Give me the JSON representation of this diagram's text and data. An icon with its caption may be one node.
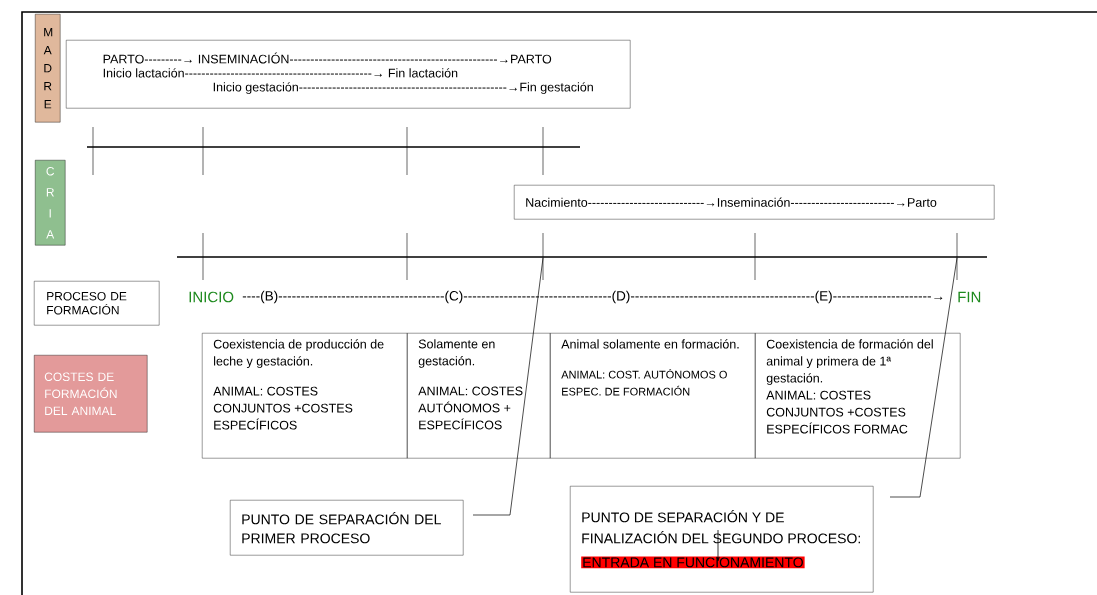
{
  "diagram": {
    "nodes": [
      {
        "text": [
          "M A D R E"
        ]
      },
      {
        "text": [
          "PARTO---------→ INSEMINACIÓN--------------------------------------------------→PARTO",
          "Inicio lactación---------------------------------------------→ Fin lactación",
          "Inicio gestación--------------------------------------------------→Fin gestación"
        ]
      },
      {
        "text": [
          "C R I A"
        ]
      },
      {
        "text": [
          "Nacimiento----------------------------→Inseminación-------------------------→Parto"
        ]
      },
      {
        "text": [
          "PROCESO DE FORMACIÓN"
        ]
      },
      {
        "text": [
          "COSTES DE FORMACIÓN DEL ANIMAL"
        ]
      },
      {
        "text": [
          "Coexistencia de producción de leche y gestación.",
          "ANIMAL: COSTES CONJUNTOS +COSTES ESPECÍFICOS"
        ]
      },
      {
        "text": [
          "Solamente en gestación.",
          "ANIMAL: COSTES AUTÓNOMOS + ESPECÍFICOS"
        ]
      },
      {
        "text": [
          "Animal solamente en formación.",
          "ANIMAL: COST. AUTÓNOMOS O ESPEC.  DE FORMACIÓN"
        ]
      },
      {
        "text": [
          "Coexistencia de formación del animal y primera de 1ª gestación.",
          "ANIMAL: COSTES CONJUNTOS +COSTES ESPECÍFICOS FORMAC"
        ]
      },
      {
        "text": [
          "PUNTO DE SEPARACIÓN DEL PRIMER PROCESO"
        ]
      },
      {
        "text": [
          "PUNTO DE SEPARACIÓN Y DE FINALIZACIÓN DEL SEGUNDO PROCESO:",
          "ENTRADA EN FUNCIONAMIENTO"
        ]
      }
    ],
    "edges": [
      {
        "from": 10,
        "to": null,
        "arrow": "none"
      },
      {
        "from": 11,
        "to": null,
        "arrow": "none"
      }
    ],
    "labels": [
      "INICIO",
      "----(B)-------------------------------------(C)---------------------------------(D)-----------------------------------------(E)----------------------→",
      "FIN"
    ]
  }
}
